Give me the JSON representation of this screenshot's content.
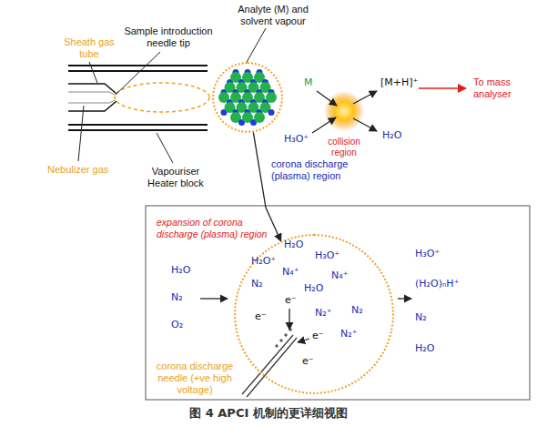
{
  "diagram": {
    "caption": "图 4 APCI 机制的更详细视图",
    "nodes": [
      {
        "text": [
          "corona discharge (plasma) region"
        ]
      },
      {
        "text": [
          "expansion of corona discharge (plasma) region"
        ]
      },
      {
        "text": [
          "collision region"
        ]
      }
    ],
    "edges": [
      {
        "from": 0,
        "to": 1,
        "arrow": "to"
      }
    ],
    "labels": [
      "Analyte (M) and solvent vapour",
      "Sample introduction needle tip",
      "Sheath gas tube",
      "Nebulizer gas",
      "Vapouriser Heater block",
      "M",
      "H₃O⁺",
      "[M+H]⁺",
      "H₂O",
      "To mass analyser",
      "H₂O",
      "N₂",
      "O₂",
      "H₂O",
      "H₂O⁺",
      "H₃O⁺",
      "N₄⁺",
      "N₄⁺",
      "N₂",
      "H₂O",
      "e⁻",
      "e⁻",
      "N₂⁺",
      "N₂",
      "e⁻",
      "N₂⁺",
      "e⁻",
      "H₃O⁺",
      "(H₂O)ₙH⁺",
      "N₂",
      "H₂O",
      "corona discharge needle (+ve high voltage)"
    ]
  }
}
